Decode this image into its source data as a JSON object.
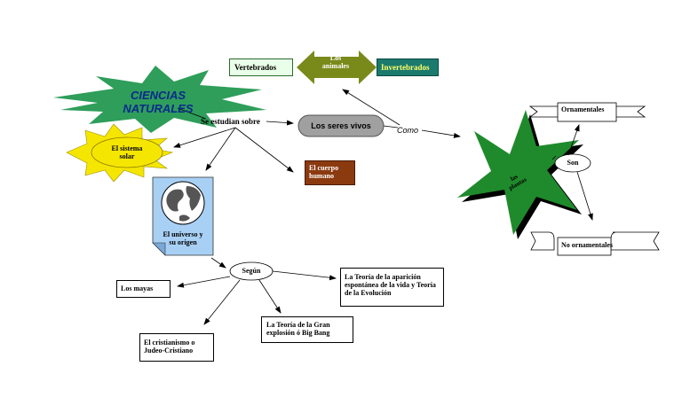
{
  "title": "CIENCIAS NATURALES",
  "nodes": {
    "se_estudian": "Se estudian sobre",
    "seres_vivos": "Los seres vivos",
    "como": "Como",
    "animales": "Los animales",
    "vertebrados": "Vertebrados",
    "invertebrados": "Invertebrados",
    "plantas": "las plantas",
    "son": "Son",
    "ornamentales": "Ornamentales",
    "no_ornamentales": "No ornamentales",
    "sistema_solar": "El sistema solar",
    "cuerpo_humano": "El cuerpo humano",
    "universo": "El universo y su origen",
    "segun": "Según",
    "mayas": "Los mayas",
    "cristianismo": "El cristianismo o Judeo-Cristiano",
    "gran_explosion": "La Teoría de la Gran explosión ó Big Bang",
    "aparicion": "La Teoría de la aparición espontánea de la vida y Teoría de la Evolución"
  },
  "colors": {
    "star_green": "#2e9e5a",
    "title_text": "#0a2a8c",
    "sun_yellow": "#f5e600",
    "seres_gray": "#a0a0a0",
    "animals_olive": "#7a8a1a",
    "vertebrados_bg": "#eaffea",
    "invertebrados_bg": "#1b7a6e",
    "invertebrados_text": "#ffff66",
    "cuerpo_bg": "#8b3a10",
    "universo_bg": "#a8d0f4",
    "plant_green": "#1f8a2c"
  }
}
